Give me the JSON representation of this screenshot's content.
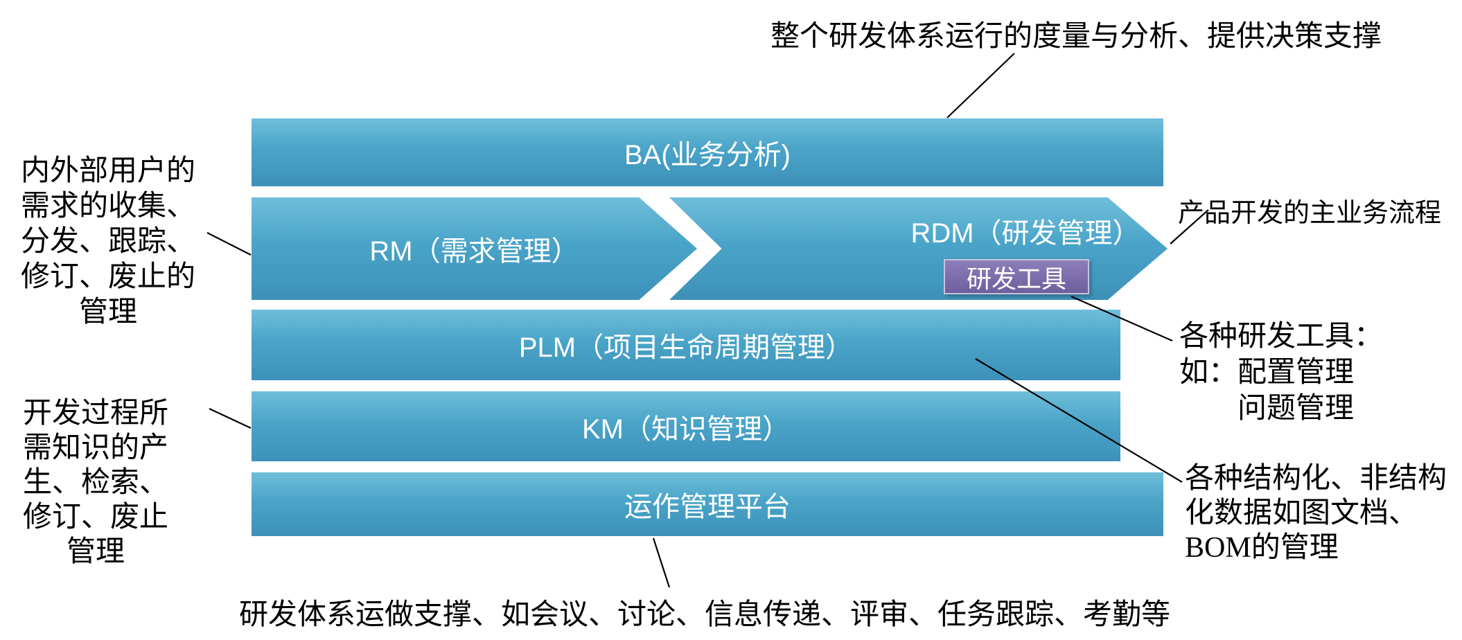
{
  "bars": {
    "ba": {
      "label": "BA(业务分析)"
    },
    "rm": {
      "label": "RM（需求管理）"
    },
    "rdm": {
      "label": "RDM（研发管理）"
    },
    "dev_tool": {
      "label": "研发工具"
    },
    "plm": {
      "label": "PLM（项目生命周期管理）"
    },
    "km": {
      "label": "KM（知识管理）"
    },
    "ops": {
      "label": "运作管理平台"
    }
  },
  "annotations": {
    "top": "整个研发体系运行的度量与分析、提供决策支撑",
    "left_top": {
      "lines": [
        "内外部用户的",
        "需求的收集、",
        "分发、跟踪、",
        "修订、废止的",
        "管理"
      ]
    },
    "left_bottom": {
      "lines": [
        "开发过程所",
        "需知识的产",
        "生、检索、",
        "修订、废止",
        "管理"
      ]
    },
    "right_top": "产品开发的主业务流程",
    "right_middle": {
      "lines": [
        "各种研发工具：",
        "如：配置管理",
        "问题管理"
      ]
    },
    "right_bottom": {
      "lines": [
        "各种结构化、非结构",
        "化数据如图文档、",
        "BOM的管理"
      ]
    },
    "bottom": "研发体系运做支撑、如会议、讨论、信息传递、评审、任务跟踪、考勤等"
  },
  "colors": {
    "bar_top": "#6fbeda",
    "bar_mid": "#4aa4c8",
    "bar_bottom": "#3d91b9",
    "purple_top": "#8d7eba",
    "purple_bottom": "#6e5f9d",
    "purple_border": "#c9c3de",
    "text_on_bar": "#ffffff",
    "annotation_text": "#000000",
    "connector": "#000000"
  }
}
